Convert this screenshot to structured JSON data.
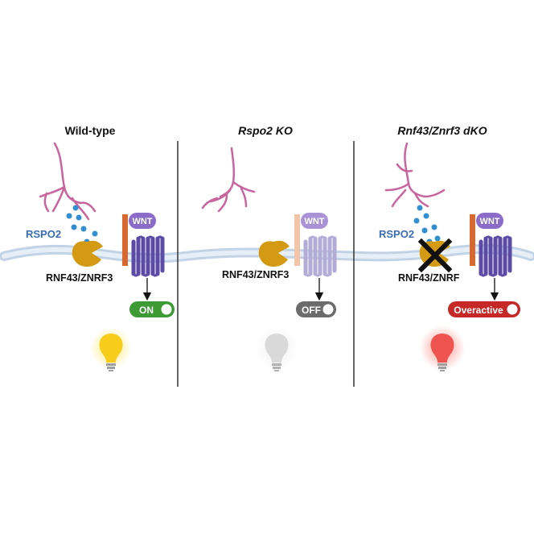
{
  "panels": [
    {
      "title": "Wild-type",
      "rspo_label": "RSPO2",
      "complex_label": "RNF43/ZNRF3",
      "receptor_label": "WNT",
      "state_label": "ON",
      "state_color": "#3d9a35",
      "bulb_color": "#f7cc1a"
    },
    {
      "title": "Rspo2 KO",
      "complex_label": "RNF43/ZNRF3",
      "receptor_label": "WNT",
      "state_label": "OFF",
      "state_color": "#6b6b6b",
      "bulb_color": "#d9d9d9"
    },
    {
      "title": "Rnf43/Znrf3 dKO",
      "rspo_label": "RSPO2",
      "complex_label": "RNF43/ZNRF",
      "receptor_label": "WNT",
      "state_label": "Overactive",
      "state_color": "#c62828",
      "bulb_color": "#ef5350"
    }
  ],
  "colors": {
    "neuron": "#c8659e",
    "rspo_dots": "#2f8fd1",
    "rnf43": "#d49a14",
    "lrp_bar": "#d8692e",
    "receptor": "#5b4ba5",
    "membrane": "#c3d3e6",
    "divider": "#333333"
  }
}
